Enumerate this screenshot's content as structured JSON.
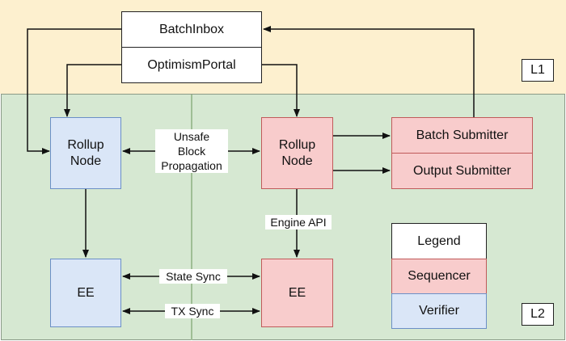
{
  "zones": {
    "l1_label": "L1",
    "l2_label": "L2"
  },
  "l1_contracts": {
    "batch_inbox": "BatchInbox",
    "optimism_portal": "OptimismPortal"
  },
  "verifier_side": {
    "rollup_node": "Rollup\nNode",
    "ee": "EE"
  },
  "sequencer_side": {
    "rollup_node": "Rollup\nNode",
    "ee": "EE",
    "batch_submitter": "Batch Submitter",
    "output_submitter": "Output Submitter"
  },
  "edge_labels": {
    "unsafe_block_propagation": "Unsafe\nBlock\nPropagation",
    "engine_api": "Engine API",
    "state_sync": "State Sync",
    "tx_sync": "TX Sync"
  },
  "legend": {
    "title": "Legend",
    "sequencer": "Sequencer",
    "verifier": "Verifier"
  },
  "colors": {
    "l1_background": "#fdf0cf",
    "l2_background": "#d6e8d2",
    "sequencer_fill": "#f8cccc",
    "verifier_fill": "#dae6f7"
  }
}
